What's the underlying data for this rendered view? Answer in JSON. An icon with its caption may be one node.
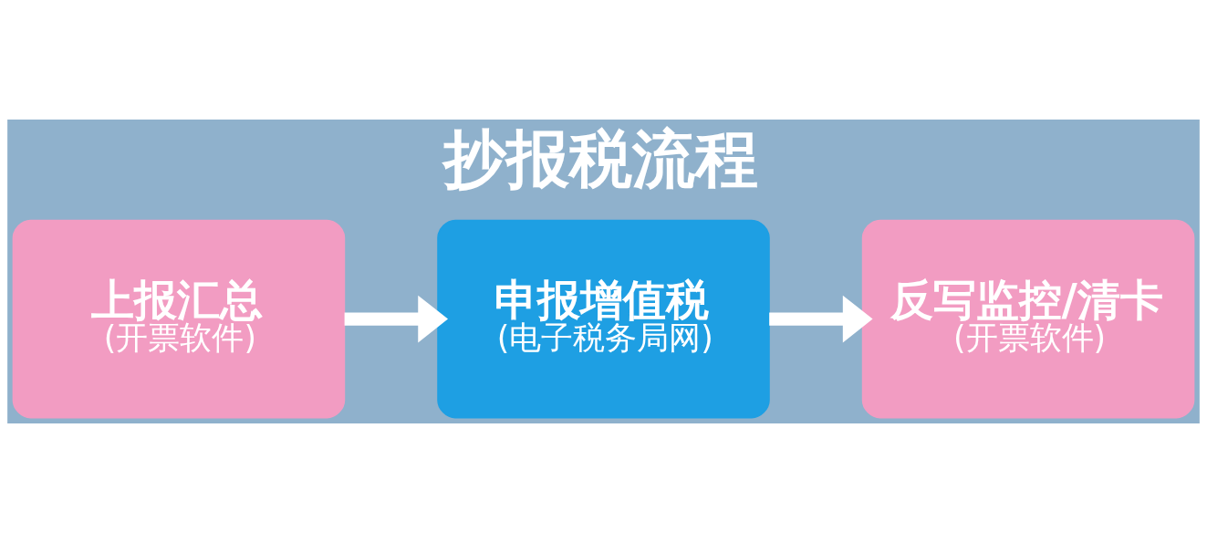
{
  "diagram": {
    "title": "抄报税流程",
    "nodes": [
      {
        "text": [
          "上报汇总",
          "(开票软件)"
        ]
      },
      {
        "text": [
          "申报增值税",
          "(电子税务局网)"
        ]
      },
      {
        "text": [
          "反写监控/清卡",
          "(开票软件)"
        ]
      }
    ],
    "edges": [
      {
        "from": 0,
        "to": 1,
        "arrow": "to"
      },
      {
        "from": 1,
        "to": 2,
        "arrow": "to"
      }
    ]
  }
}
